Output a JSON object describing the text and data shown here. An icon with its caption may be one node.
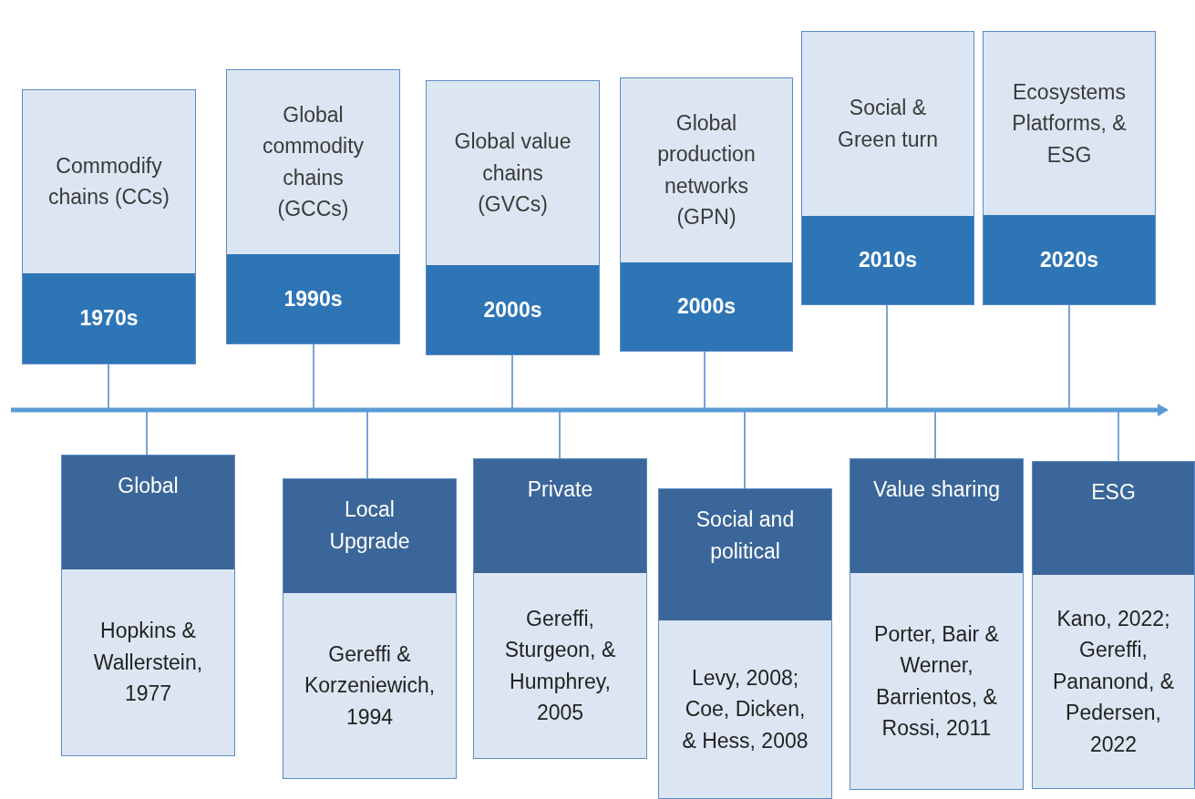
{
  "diagram": {
    "nodes": [
      {
        "text": [],
        "shape": "bar"
      },
      {
        "text": [
          "Commodify chains (CCs)",
          "1970s"
        ]
      },
      {
        "text": [
          "Global commodity chains (GCCs)",
          "1990s"
        ]
      },
      {
        "text": [
          "Global value chains (GVCs)",
          "2000s"
        ]
      },
      {
        "text": [
          "Global production networks (GPN)",
          "2000s"
        ]
      },
      {
        "text": [
          "Social & Green turn",
          "2010s"
        ]
      },
      {
        "text": [
          "Ecosystems Platforms, & ESG",
          "2020s"
        ]
      },
      {
        "text": [
          "Global",
          "Hopkins & Wallerstein, 1977"
        ]
      },
      {
        "text": [
          "Local Upgrade",
          "Gereffi & Korzeniewich, 1994"
        ]
      },
      {
        "text": [
          "Private",
          "Gereffi, Sturgeon, & Humphrey, 2005"
        ]
      },
      {
        "text": [
          "Social and political",
          "Levy, 2008; Coe, Dicken, & Hess, 2008"
        ]
      },
      {
        "text": [
          "Value sharing",
          "Porter, Bair & Werner, Barrientos, & Rossi, 2011"
        ]
      },
      {
        "text": [
          "ESG",
          "Kano, 2022; Gereffi, Pananond, & Pedersen, 2022"
        ]
      }
    ],
    "edges": [
      {
        "from": 1,
        "to": 0,
        "arrow": "none"
      },
      {
        "from": 2,
        "to": 0,
        "arrow": "none"
      },
      {
        "from": 3,
        "to": 0,
        "arrow": "none"
      },
      {
        "from": 4,
        "to": 0,
        "arrow": "none"
      },
      {
        "from": 5,
        "to": 0,
        "arrow": "none"
      },
      {
        "from": 6,
        "to": 0,
        "arrow": "none"
      },
      {
        "from": 7,
        "to": 0,
        "arrow": "none"
      },
      {
        "from": 8,
        "to": 0,
        "arrow": "none"
      },
      {
        "from": 9,
        "to": 0,
        "arrow": "none"
      },
      {
        "from": 10,
        "to": 0,
        "arrow": "none"
      },
      {
        "from": 11,
        "to": 0,
        "arrow": "none"
      },
      {
        "from": 12,
        "to": 0,
        "arrow": "none"
      }
    ]
  }
}
